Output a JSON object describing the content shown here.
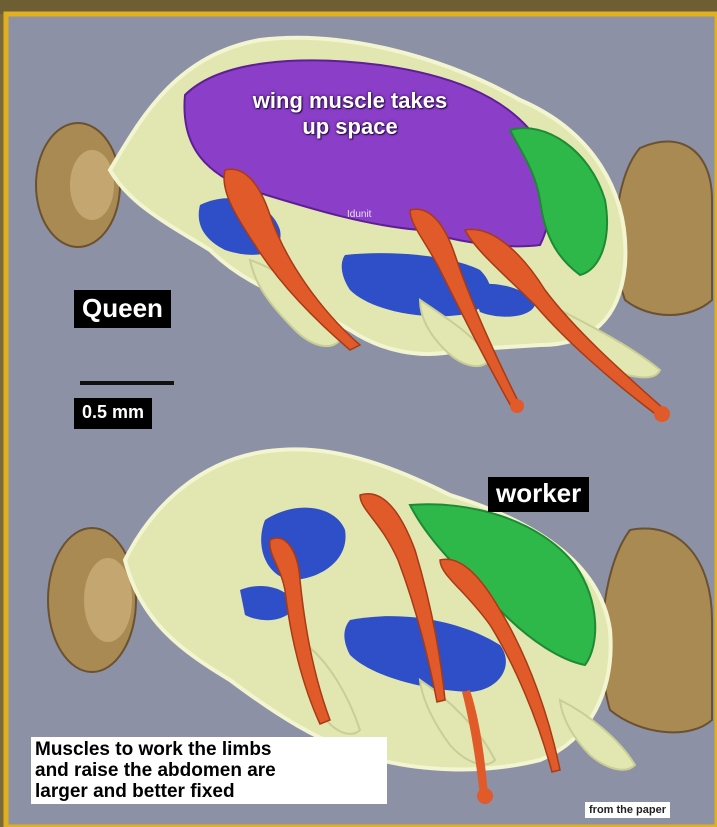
{
  "labels": {
    "queen": "Queen",
    "worker": "worker",
    "scale": "0.5 mm",
    "wing_callout_line1": "wing muscle takes",
    "wing_callout_line2": "up space",
    "small_tag": "Idunit",
    "caption_line1": "Muscles to work the limbs",
    "caption_line2": "and raise the abdomen are",
    "caption_line3": "larger and better fixed",
    "credit": "from the paper"
  },
  "colors": {
    "background": "#8c91a6",
    "frame_border": "#e0b020",
    "exoskeleton": "#e2e6b0",
    "head_abdomen": "#a88a52",
    "wing_muscle": "#8b3fc8",
    "limb_muscle": "#e05a2a",
    "blue_muscle": "#2f4fc8",
    "green_muscle": "#2fb84a"
  }
}
